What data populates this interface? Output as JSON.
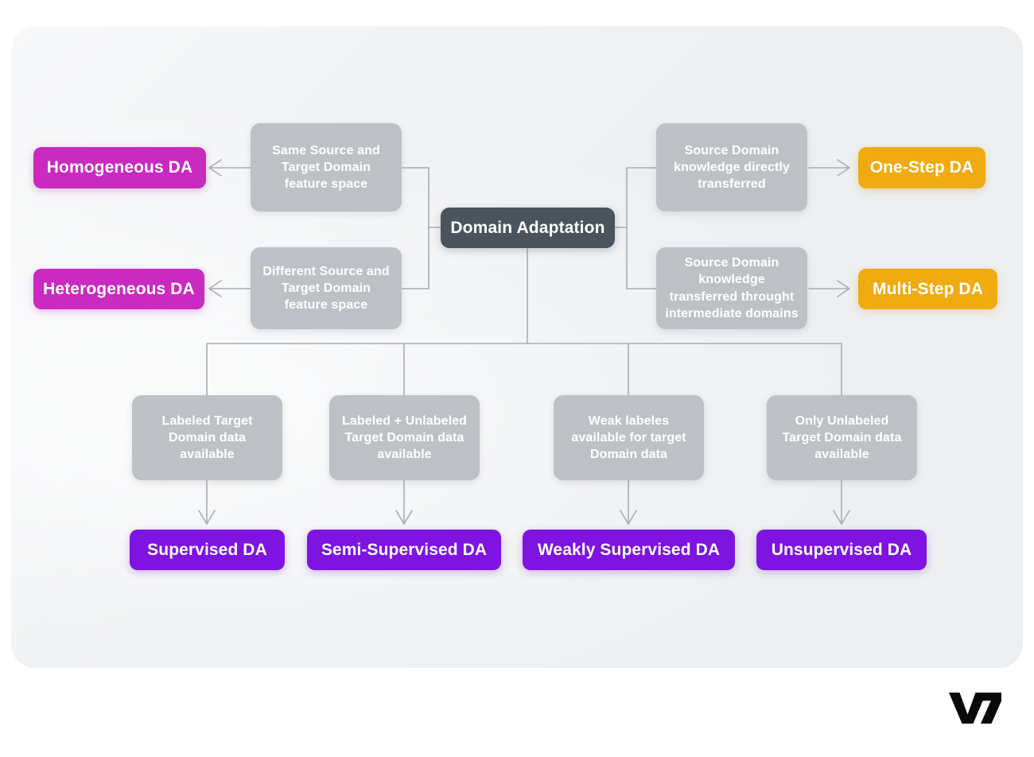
{
  "diagram": {
    "type": "tree",
    "title": "Domain Adaptation",
    "root": {
      "id": "domain-adaptation",
      "label": "Domain Adaptation",
      "color": "#4b545c"
    },
    "branches": [
      {
        "id": "homogeneous",
        "condition": "Same Source and Target Domain feature space",
        "outcome": "Homogeneous DA",
        "color": "#c92ac0",
        "group": "feature-space"
      },
      {
        "id": "heterogeneous",
        "condition": "Different Source and Target Domain feature space",
        "outcome": "Heterogeneous DA",
        "color": "#c92ac0",
        "group": "feature-space"
      },
      {
        "id": "one-step",
        "condition": "Source Domain knowledge directly transferred",
        "outcome": "One-Step DA",
        "color": "#efab10",
        "group": "transfer-steps"
      },
      {
        "id": "multi-step",
        "condition": "Source Domain knowledge transferred throught intermediate domains",
        "outcome": "Multi-Step DA",
        "color": "#efab10",
        "group": "transfer-steps"
      },
      {
        "id": "supervised",
        "condition": "Labeled Target Domain data available",
        "outcome": "Supervised DA",
        "color": "#7e13e2",
        "group": "label-availability"
      },
      {
        "id": "semi-supervised",
        "condition": "Labeled + Unlabeled Target Domain data available",
        "outcome": "Semi-Supervised DA",
        "color": "#7e13e2",
        "group": "label-availability"
      },
      {
        "id": "weakly-supervised",
        "condition": "Weak labeles available for target Domain data",
        "outcome": "Weakly Supervised DA",
        "color": "#7e13e2",
        "group": "label-availability"
      },
      {
        "id": "unsupervised",
        "condition": "Only Unlabeled Target Domain data available",
        "outcome": "Unsupervised DA",
        "color": "#7e13e2",
        "group": "label-availability"
      }
    ],
    "colors": {
      "panel_background": "#edeff1",
      "page_background": "#ffffff",
      "description_box": "#bdc1c6",
      "root_box": "#4b545c",
      "magenta": "#c92ac0",
      "yellow": "#efab10",
      "purple": "#7e13e2",
      "connector_line": "#a9adb2",
      "text_on_box": "#ffffff",
      "logo": "#0a0a0a"
    }
  },
  "branding": {
    "logo_name": "v7-logo",
    "logo_text": "V7"
  }
}
